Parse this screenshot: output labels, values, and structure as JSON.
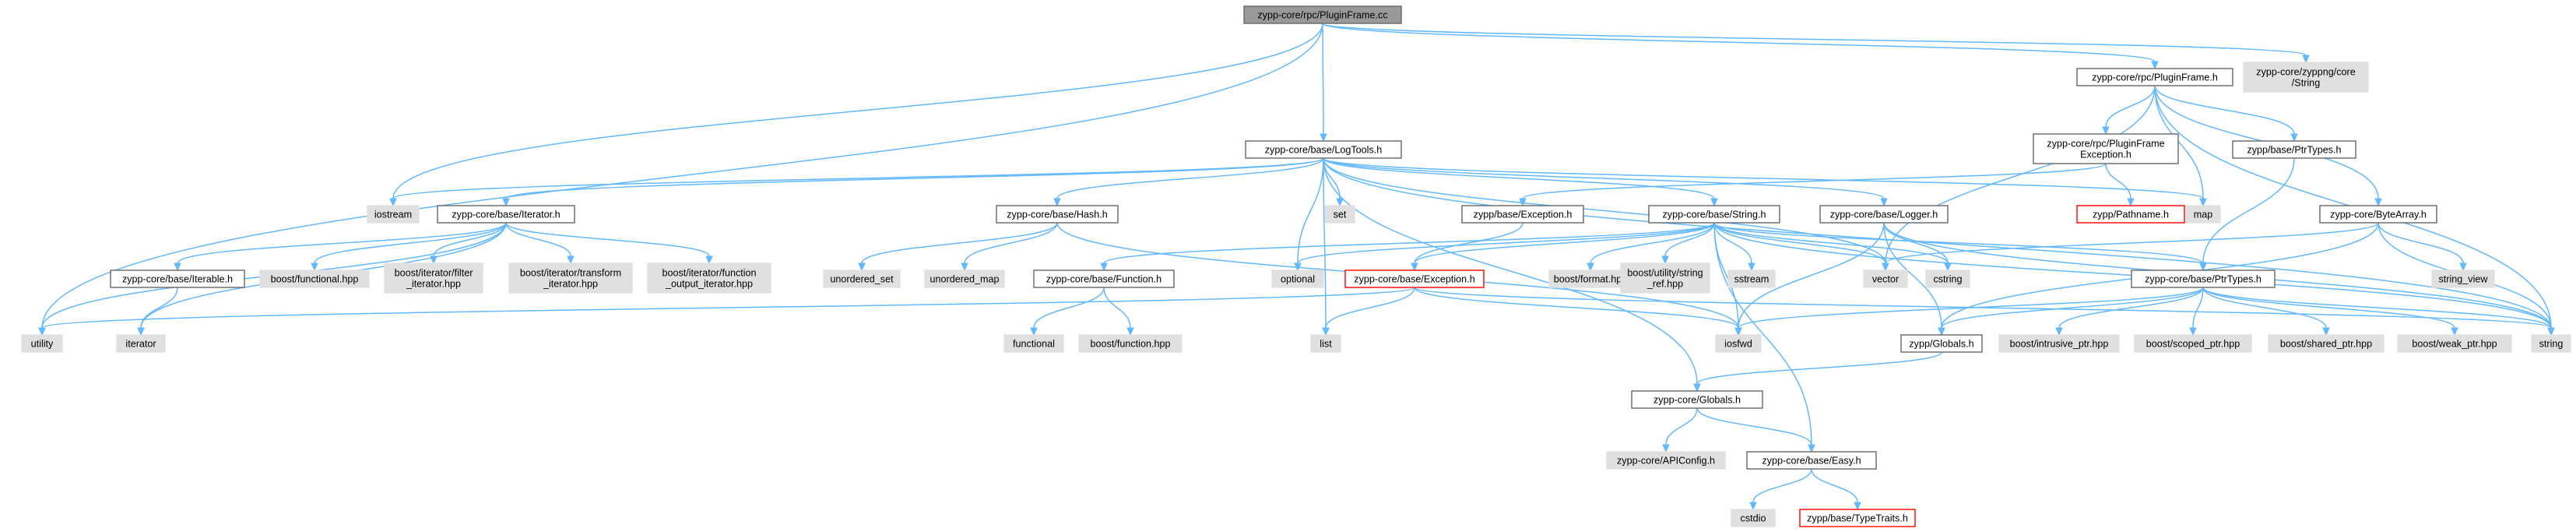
{
  "colors": {
    "root_fill": "#999999",
    "root_stroke": "#666666",
    "doc_fill": "#ffffff",
    "doc_stroke": "#666666",
    "sys_fill": "#e0e0e0",
    "sys_stroke": "#e0e0e0",
    "missing_fill": "#ffffff",
    "missing_stroke": "#ff0000",
    "edge": "#63b8ff",
    "background": "#ffffff"
  },
  "nodes": [
    {
      "id": "root",
      "kind": "root",
      "lines": [
        "zypp-core/rpc/PluginFrame.cc"
      ]
    },
    {
      "id": "pluginframe_h",
      "kind": "doc",
      "lines": [
        "zypp-core/rpc/PluginFrame.h"
      ]
    },
    {
      "id": "zyppng_string",
      "kind": "sys",
      "lines": [
        "zypp-core/zyppng/core",
        "/String"
      ]
    },
    {
      "id": "logtools_h",
      "kind": "doc",
      "lines": [
        "zypp-core/base/LogTools.h"
      ]
    },
    {
      "id": "pf_exception_h",
      "kind": "doc",
      "lines": [
        "zypp-core/rpc/PluginFrame",
        "Exception.h"
      ]
    },
    {
      "id": "base_ptrtypes_h",
      "kind": "doc",
      "lines": [
        "zypp/base/PtrTypes.h"
      ]
    },
    {
      "id": "pathname_h",
      "kind": "missing",
      "lines": [
        "zypp/Pathname.h"
      ]
    },
    {
      "id": "iostream",
      "kind": "sys",
      "lines": [
        "iostream"
      ]
    },
    {
      "id": "iterator_h",
      "kind": "doc",
      "lines": [
        "zypp-core/base/Iterator.h"
      ]
    },
    {
      "id": "set",
      "kind": "sys",
      "lines": [
        "set"
      ]
    },
    {
      "id": "hash_h",
      "kind": "doc",
      "lines": [
        "zypp-core/base/Hash.h"
      ]
    },
    {
      "id": "base_exception_h",
      "kind": "doc",
      "lines": [
        "zypp/base/Exception.h"
      ]
    },
    {
      "id": "string_h",
      "kind": "doc",
      "lines": [
        "zypp-core/base/String.h"
      ]
    },
    {
      "id": "logger_h",
      "kind": "doc",
      "lines": [
        "zypp-core/base/Logger.h"
      ]
    },
    {
      "id": "map",
      "kind": "sys",
      "lines": [
        "map"
      ]
    },
    {
      "id": "bytearray_h",
      "kind": "doc",
      "lines": [
        "zypp-core/ByteArray.h"
      ]
    },
    {
      "id": "iterable_h",
      "kind": "doc",
      "lines": [
        "zypp-core/base/Iterable.h"
      ]
    },
    {
      "id": "boost_functional",
      "kind": "sys",
      "lines": [
        "boost/functional.hpp"
      ]
    },
    {
      "id": "boost_filter_iter",
      "kind": "sys",
      "lines": [
        "boost/iterator/filter",
        "_iterator.hpp"
      ]
    },
    {
      "id": "boost_transform_iter",
      "kind": "sys",
      "lines": [
        "boost/iterator/transform",
        "_iterator.hpp"
      ]
    },
    {
      "id": "boost_funcout_iter",
      "kind": "sys",
      "lines": [
        "boost/iterator/function",
        "_output_iterator.hpp"
      ]
    },
    {
      "id": "unordered_set",
      "kind": "sys",
      "lines": [
        "unordered_set"
      ]
    },
    {
      "id": "unordered_map",
      "kind": "sys",
      "lines": [
        "unordered_map"
      ]
    },
    {
      "id": "function_h",
      "kind": "doc",
      "lines": [
        "zypp-core/base/Function.h"
      ]
    },
    {
      "id": "optional",
      "kind": "sys",
      "lines": [
        "optional"
      ]
    },
    {
      "id": "core_exception_h",
      "kind": "missing",
      "lines": [
        "zypp-core/base/Exception.h"
      ]
    },
    {
      "id": "boost_format",
      "kind": "sys",
      "lines": [
        "boost/format.hpp"
      ]
    },
    {
      "id": "boost_string_ref",
      "kind": "sys",
      "lines": [
        "boost/utility/string",
        "_ref.hpp"
      ]
    },
    {
      "id": "sstream",
      "kind": "sys",
      "lines": [
        "sstream"
      ]
    },
    {
      "id": "vector",
      "kind": "sys",
      "lines": [
        "vector"
      ]
    },
    {
      "id": "cstring",
      "kind": "sys",
      "lines": [
        "cstring"
      ]
    },
    {
      "id": "core_ptrtypes_h",
      "kind": "doc",
      "lines": [
        "zypp-core/base/PtrTypes.h"
      ]
    },
    {
      "id": "string_view",
      "kind": "sys",
      "lines": [
        "string_view"
      ]
    },
    {
      "id": "utility",
      "kind": "sys",
      "lines": [
        "utility"
      ]
    },
    {
      "id": "iterator",
      "kind": "sys",
      "lines": [
        "iterator"
      ]
    },
    {
      "id": "functional",
      "kind": "sys",
      "lines": [
        "functional"
      ]
    },
    {
      "id": "boost_function",
      "kind": "sys",
      "lines": [
        "boost/function.hpp"
      ]
    },
    {
      "id": "list",
      "kind": "sys",
      "lines": [
        "list"
      ]
    },
    {
      "id": "iosfwd",
      "kind": "sys",
      "lines": [
        "iosfwd"
      ]
    },
    {
      "id": "globals_h",
      "kind": "doc",
      "lines": [
        "zypp/Globals.h"
      ]
    },
    {
      "id": "boost_intrusive_ptr",
      "kind": "sys",
      "lines": [
        "boost/intrusive_ptr.hpp"
      ]
    },
    {
      "id": "boost_scoped_ptr",
      "kind": "sys",
      "lines": [
        "boost/scoped_ptr.hpp"
      ]
    },
    {
      "id": "boost_shared_ptr",
      "kind": "sys",
      "lines": [
        "boost/shared_ptr.hpp"
      ]
    },
    {
      "id": "boost_weak_ptr",
      "kind": "sys",
      "lines": [
        "boost/weak_ptr.hpp"
      ]
    },
    {
      "id": "string",
      "kind": "sys",
      "lines": [
        "string"
      ]
    },
    {
      "id": "core_globals_h",
      "kind": "doc",
      "lines": [
        "zypp-core/Globals.h"
      ]
    },
    {
      "id": "apiconfig_h",
      "kind": "sys",
      "lines": [
        "zypp-core/APIConfig.h"
      ]
    },
    {
      "id": "easy_h",
      "kind": "doc",
      "lines": [
        "zypp-core/base/Easy.h"
      ]
    },
    {
      "id": "cstdio",
      "kind": "sys",
      "lines": [
        "cstdio"
      ]
    },
    {
      "id": "typetraits_h",
      "kind": "missing",
      "lines": [
        "zypp/base/TypeTraits.h"
      ]
    }
  ],
  "edges": [
    [
      "root",
      "pluginframe_h"
    ],
    [
      "root",
      "zyppng_string"
    ],
    [
      "root",
      "logtools_h"
    ],
    [
      "root",
      "iostream"
    ],
    [
      "root",
      "utility"
    ],
    [
      "pluginframe_h",
      "pf_exception_h"
    ],
    [
      "pluginframe_h",
      "base_ptrtypes_h"
    ],
    [
      "pluginframe_h",
      "bytearray_h"
    ],
    [
      "pluginframe_h",
      "map"
    ],
    [
      "pluginframe_h",
      "string"
    ],
    [
      "pluginframe_h",
      "vector"
    ],
    [
      "pf_exception_h",
      "base_exception_h"
    ],
    [
      "pf_exception_h",
      "pathname_h"
    ],
    [
      "base_ptrtypes_h",
      "core_ptrtypes_h"
    ],
    [
      "base_exception_h",
      "core_exception_h"
    ],
    [
      "bytearray_h",
      "vector"
    ],
    [
      "bytearray_h",
      "string_view"
    ],
    [
      "bytearray_h",
      "string"
    ],
    [
      "bytearray_h",
      "globals_h"
    ],
    [
      "logtools_h",
      "iostream"
    ],
    [
      "logtools_h",
      "iterator_h"
    ],
    [
      "logtools_h",
      "set"
    ],
    [
      "logtools_h",
      "hash_h"
    ],
    [
      "logtools_h",
      "string_h"
    ],
    [
      "logtools_h",
      "logger_h"
    ],
    [
      "logtools_h",
      "map"
    ],
    [
      "logtools_h",
      "optional"
    ],
    [
      "logtools_h",
      "list"
    ],
    [
      "logtools_h",
      "vector"
    ],
    [
      "logtools_h",
      "core_globals_h"
    ],
    [
      "logtools_h",
      "string"
    ],
    [
      "iterator_h",
      "iterable_h"
    ],
    [
      "iterator_h",
      "boost_functional"
    ],
    [
      "iterator_h",
      "boost_filter_iter"
    ],
    [
      "iterator_h",
      "boost_transform_iter"
    ],
    [
      "iterator_h",
      "boost_funcout_iter"
    ],
    [
      "iterator_h",
      "utility"
    ],
    [
      "iterator_h",
      "iterator"
    ],
    [
      "iterable_h",
      "iterator"
    ],
    [
      "hash_h",
      "unordered_set"
    ],
    [
      "hash_h",
      "unordered_map"
    ],
    [
      "hash_h",
      "iosfwd"
    ],
    [
      "string_h",
      "function_h"
    ],
    [
      "string_h",
      "optional"
    ],
    [
      "string_h",
      "core_exception_h"
    ],
    [
      "string_h",
      "boost_format"
    ],
    [
      "string_h",
      "boost_string_ref"
    ],
    [
      "string_h",
      "sstream"
    ],
    [
      "string_h",
      "vector"
    ],
    [
      "string_h",
      "cstring"
    ],
    [
      "string_h",
      "iosfwd"
    ],
    [
      "string_h",
      "core_ptrtypes_h"
    ],
    [
      "string_h",
      "string"
    ],
    [
      "string_h",
      "easy_h"
    ],
    [
      "logger_h",
      "cstring"
    ],
    [
      "logger_h",
      "iosfwd"
    ],
    [
      "logger_h",
      "string"
    ],
    [
      "logger_h",
      "globals_h"
    ],
    [
      "function_h",
      "functional"
    ],
    [
      "function_h",
      "boost_function"
    ],
    [
      "core_exception_h",
      "list"
    ],
    [
      "core_exception_h",
      "iosfwd"
    ],
    [
      "core_exception_h",
      "string"
    ],
    [
      "core_exception_h",
      "utility"
    ],
    [
      "core_ptrtypes_h",
      "iosfwd"
    ],
    [
      "core_ptrtypes_h",
      "globals_h"
    ],
    [
      "core_ptrtypes_h",
      "boost_intrusive_ptr"
    ],
    [
      "core_ptrtypes_h",
      "boost_scoped_ptr"
    ],
    [
      "core_ptrtypes_h",
      "boost_shared_ptr"
    ],
    [
      "core_ptrtypes_h",
      "boost_weak_ptr"
    ],
    [
      "core_ptrtypes_h",
      "string"
    ],
    [
      "globals_h",
      "core_globals_h"
    ],
    [
      "core_globals_h",
      "apiconfig_h"
    ],
    [
      "core_globals_h",
      "easy_h"
    ],
    [
      "easy_h",
      "cstdio"
    ],
    [
      "easy_h",
      "typetraits_h"
    ]
  ]
}
